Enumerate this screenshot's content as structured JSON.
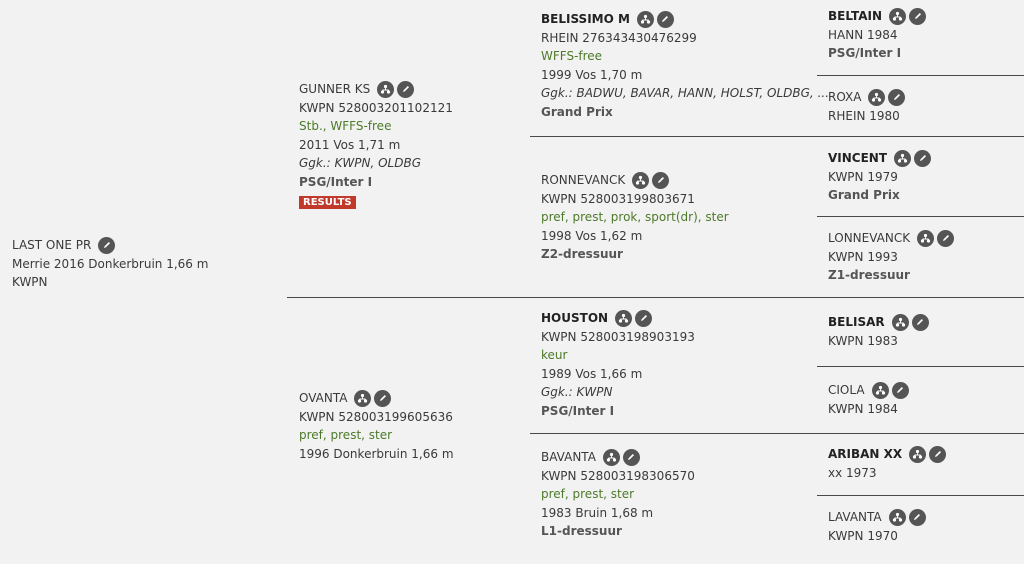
{
  "subject": {
    "name": "LAST ONE PR",
    "line2": "Merrie 2016 Donkerbruin 1,66 m",
    "line3": "KWPN"
  },
  "sire": {
    "name": "GUNNER KS",
    "reg": "KWPN 528003201102121",
    "tags": "Stb., WFFS-free",
    "info": "2011 Vos 1,71 m",
    "ggk": "Ggk.: KWPN, OLDBG",
    "pred": "PSG/Inter I",
    "results": "RESULTS"
  },
  "dam": {
    "name": "OVANTA",
    "reg": "KWPN 528003199605636",
    "tags": "pref, prest, ster",
    "info": "1996 Donkerbruin 1,66 m"
  },
  "ss": {
    "name": "BELISSIMO M",
    "reg": "RHEIN 276343430476299",
    "tags": "WFFS-free",
    "info": "1999 Vos 1,70 m",
    "ggk": "Ggk.: BADWU, BAVAR, HANN, HOLST, OLDBG, ...",
    "pred": "Grand Prix"
  },
  "sd": {
    "name": "RONNEVANCK",
    "reg": "KWPN 528003199803671",
    "tags": "pref, prest, prok, sport(dr), ster",
    "info": "1998 Vos 1,62 m",
    "pred": "Z2-dressuur"
  },
  "ds": {
    "name": "HOUSTON",
    "reg": "KWPN 528003198903193",
    "tags": "keur",
    "info": "1989 Vos 1,66 m",
    "ggk": "Ggk.: KWPN",
    "pred": "PSG/Inter I"
  },
  "dd": {
    "name": "BAVANTA",
    "reg": "KWPN 528003198306570",
    "tags": "pref, prest, ster",
    "info": "1983 Bruin 1,68 m",
    "pred": "L1-dressuur"
  },
  "g": [
    {
      "name": "BELTAIN",
      "line2": "HANN 1984",
      "pred": "PSG/Inter I"
    },
    {
      "name": "ROXA",
      "line2": "RHEIN 1980"
    },
    {
      "name": "VINCENT",
      "line2": "KWPN 1979",
      "pred": "Grand Prix"
    },
    {
      "name": "LONNEVANCK",
      "line2": "KWPN 1993",
      "pred": "Z1-dressuur"
    },
    {
      "name": "BELISAR",
      "line2": "KWPN 1983"
    },
    {
      "name": "CIOLA",
      "line2": "KWPN 1984"
    },
    {
      "name": "ARIBAN XX",
      "line2": "xx 1973"
    },
    {
      "name": "LAVANTA",
      "line2": "KWPN 1970"
    }
  ]
}
